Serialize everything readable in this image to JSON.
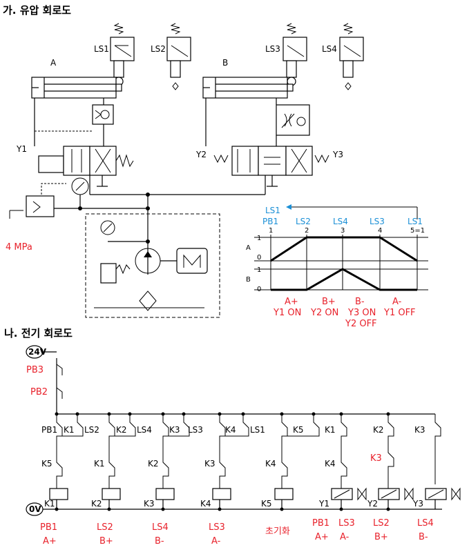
{
  "sections": {
    "hydraulic_title": "가. 유압 회로도",
    "electric_title": "나. 전기 회로도"
  },
  "hydraulic": {
    "cylinder_a": "A",
    "cylinder_b": "B",
    "limit_switches": [
      "LS1",
      "LS2",
      "LS3",
      "LS4"
    ],
    "solenoids": [
      "Y1",
      "Y2",
      "Y3"
    ],
    "pressure": "4 MPa"
  },
  "timing": {
    "top_sequence": "LS1",
    "steps": [
      "PB1",
      "LS2",
      "LS4",
      "LS3",
      "LS1"
    ],
    "step_numbers": [
      "1",
      "2",
      "3",
      "4",
      "5=1"
    ],
    "row_labels": [
      "A",
      "B"
    ],
    "level_labels": [
      "1",
      "0",
      "1",
      "0"
    ],
    "actions": [
      [
        "A+",
        "Y1 ON"
      ],
      [
        "B+",
        "Y2 ON"
      ],
      [
        "B-",
        "Y3 ON",
        "Y2 OFF"
      ],
      [
        "A-",
        "Y1 OFF"
      ]
    ],
    "colors": {
      "steps": "#1a8fd6",
      "actions": "#e8202a"
    }
  },
  "electric": {
    "supply": "24V",
    "ground": "0V",
    "push_buttons": [
      "PB3",
      "PB2"
    ],
    "contacts_row1": [
      "PB1",
      "K1",
      "LS2",
      "K2",
      "LS4",
      "K3",
      "LS3",
      "K4",
      "LS1",
      "K5",
      "K1",
      "K2",
      "K3"
    ],
    "contacts_row2": [
      "K5",
      "K1",
      "K2",
      "K3",
      "K4",
      "K4",
      "K3"
    ],
    "coils": [
      "K1",
      "K2",
      "K3",
      "K4",
      "K5",
      "Y1",
      "Y2",
      "Y3"
    ],
    "bottom_labels": [
      [
        "PB1",
        "A+"
      ],
      [
        "LS2",
        "B+"
      ],
      [
        "LS4",
        "B-"
      ],
      [
        "LS3",
        "A-"
      ],
      [
        "초기화"
      ],
      [
        "PB1",
        "A+"
      ],
      [
        "LS3",
        "A-"
      ],
      [
        "LS2",
        "B+"
      ],
      [
        "LS4",
        "B-"
      ]
    ]
  }
}
